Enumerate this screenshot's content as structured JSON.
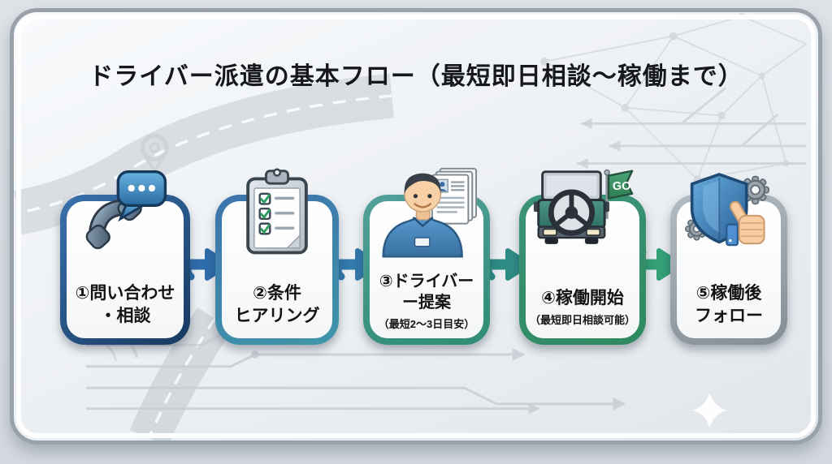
{
  "title": "ドライバー派遣の基本フロー（最短即日相談〜稼働まで）",
  "flag_label": "GO",
  "steps": [
    {
      "id": 1,
      "icon": "phone-chat-icon",
      "line1": "①問い合わせ",
      "line2": "・相談",
      "sub": ""
    },
    {
      "id": 2,
      "icon": "clipboard-checklist-icon",
      "line1": "②条件",
      "line2": "ヒアリング",
      "sub": ""
    },
    {
      "id": 3,
      "icon": "driver-documents-icon",
      "line1": "③ドライバー",
      "line2": "ー提案",
      "sub": "（最短2〜3日目安）"
    },
    {
      "id": 4,
      "icon": "truck-go-flag-icon",
      "line1": "④稼働開始",
      "line2": "",
      "sub": "（最短即日相談可能）"
    },
    {
      "id": 5,
      "icon": "shield-thumbsup-icon",
      "line1": "⑤稼働後",
      "line2": "フォロー",
      "sub": ""
    }
  ],
  "colors": {
    "step1_border": "#16385f",
    "step2_border": "#3d74ad",
    "step3_border": "#3f958b",
    "step4_border": "#2e8a60",
    "step5_border": "#97a1a9",
    "arrow1": "#2f6cab",
    "arrow2": "#3379ab",
    "arrow3": "#2f8c85",
    "arrow4": "#33a077",
    "accent_blue": "#2a6ba3",
    "accent_green": "#2e7d52"
  }
}
